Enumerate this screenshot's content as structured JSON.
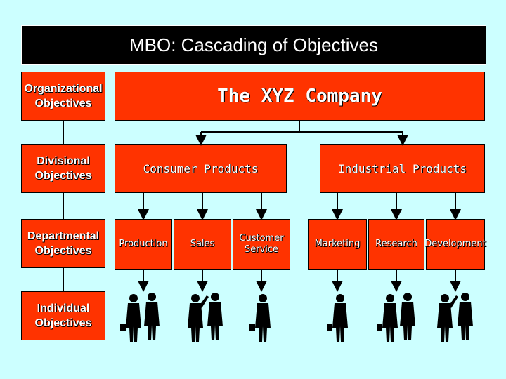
{
  "title": "MBO: Cascading of Objectives",
  "levels": {
    "organizational": "Organizational Objectives",
    "divisional": "Divisional Objectives",
    "departmental": "Departmental Objectives",
    "individual": "Individual Objectives"
  },
  "company": "The XYZ Company",
  "divisions": {
    "consumer": "Consumer Products",
    "industrial": "Industrial Products"
  },
  "departments": {
    "production": "Production",
    "sales": "Sales",
    "customer_service": "Customer Service",
    "marketing": "Marketing",
    "research": "Research",
    "development": "Development"
  },
  "colors": {
    "background": "#ccffff",
    "box": "#ff3300",
    "title_bar": "#000000"
  }
}
